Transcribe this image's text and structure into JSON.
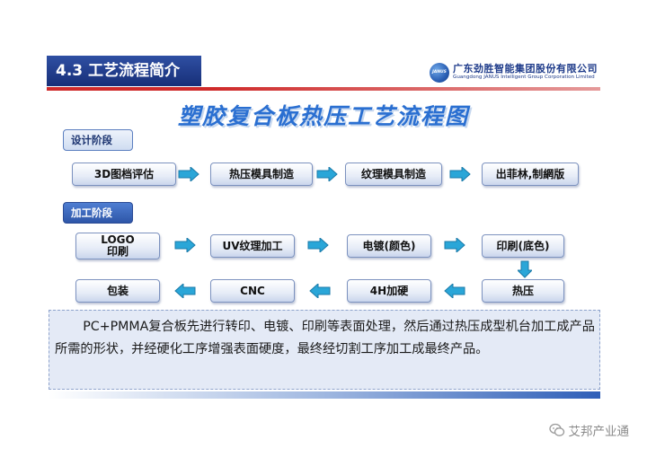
{
  "header": {
    "section_title": "4.3 工艺流程简介",
    "company_cn": "广东劲胜智能集团股份有限公司",
    "company_en": "Guangdong JANUS Intelligent Group Corporation Limited",
    "logo_letters": "JANUS"
  },
  "diagram": {
    "title": "塑胶复合板热压工艺流程图",
    "design_stage": "设计阶段",
    "process_stage": "加工阶段",
    "design_steps": [
      "3D图档评估",
      "热压模具制造",
      "纹理模具制造",
      "出菲林,制網版"
    ],
    "process_row1": [
      "LOGO",
      "印刷",
      "UV纹理加工",
      "电镀(颜色)",
      "印刷(底色)"
    ],
    "process_row2": [
      "包装",
      "CNC",
      "4H加硬",
      "热压"
    ]
  },
  "description": "PC+PMMA复合板先进行转印、电镀、印刷等表面处理，然后通过热压成型机台加工成产品所需的形状，并经硬化工序增强表面硬度，最终经切割工序加工成最终产品。",
  "watermark": "艾邦产业通",
  "colors": {
    "brand_blue": "#172f78",
    "title_blue": "#2a6fd1",
    "accent_red": "#cf2a2a",
    "arrow_cyan": "#2aa6d8"
  }
}
